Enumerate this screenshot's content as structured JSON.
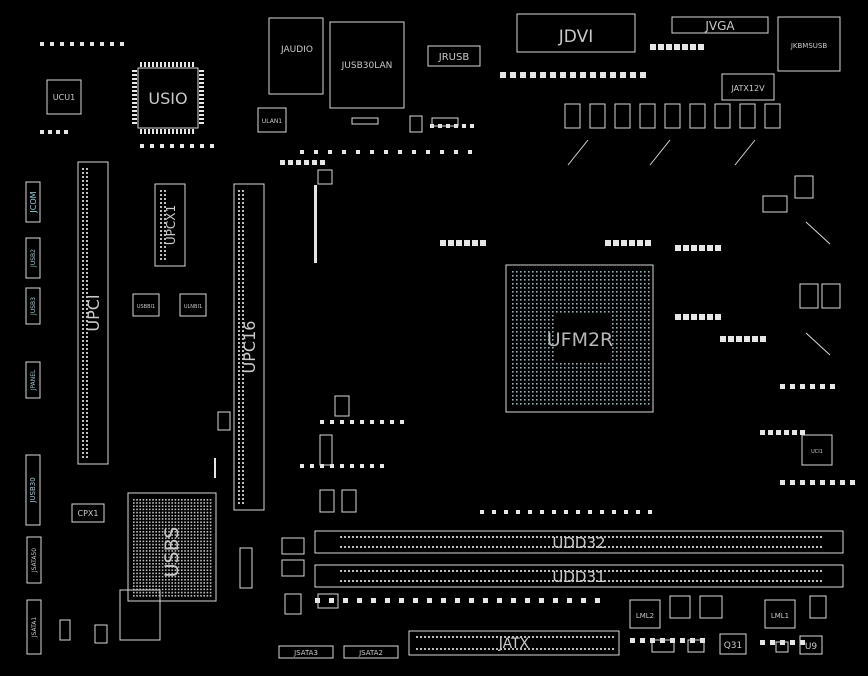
{
  "board": {
    "background": "#000000",
    "outline_color": "#d8d8d8",
    "pin_color": "#bdbdbd",
    "bga_color": "#8fb4bc",
    "label_color": "#c9c9c9"
  },
  "labels": {
    "jdvi": "JDVI",
    "jvga": "JVGA",
    "jaudio": "JAUDIO",
    "jusb30lan": "JUSB30LAN",
    "jrusb": "JRUSB",
    "jkbmsusb": "JKBMSUSB",
    "jatx12v": "JATX12V",
    "usio": "USIO",
    "ucu1": "UCU1",
    "ulan1": "ULAN1",
    "jcom": "JCOM",
    "jusb2": "JUSB2",
    "jusb3": "JUSB3",
    "jpanel": "JPANEL",
    "jusb30": "JUSB30",
    "upci": "UPCI",
    "upcx1": "UPCX1",
    "usbbi1": "USBBI1",
    "ulnbi1": "ULNBI1",
    "upc16": "UPC16",
    "ufm2r": "UFM2R",
    "udd32": "UDD32",
    "udd31": "UDD31",
    "jatx": "JATX",
    "usbs": "USBS",
    "cpx1": "CPX1",
    "jsata50": "JSATA50",
    "jsata1": "JSATA1",
    "jsata3": "JSATA3",
    "jsata2": "JSATA2",
    "lml2": "LML2",
    "lml1": "LML1",
    "q31": "Q31",
    "u9": "U9",
    "uci1": "UCI1"
  }
}
